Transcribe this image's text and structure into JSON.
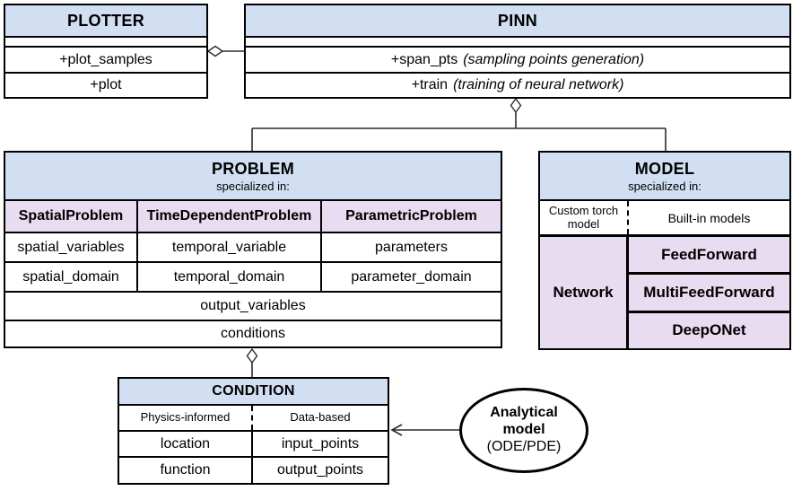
{
  "colors": {
    "header_blue": "#d2dff2",
    "cell_purple": "#e8dcf0",
    "line_black": "#000000",
    "background": "#ffffff"
  },
  "plotter": {
    "title": "PLOTTER",
    "methods": [
      "+plot_samples",
      "+plot"
    ]
  },
  "pinn": {
    "title": "PINN",
    "methods": [
      {
        "name": "+span_pts",
        "note": "(sampling points generation)"
      },
      {
        "name": "+train",
        "note": "(training of neural network)"
      }
    ]
  },
  "problem": {
    "title": "PROBLEM",
    "subtitle": "specialized in:",
    "columns": [
      {
        "name": "SpatialProblem",
        "attrs": [
          "spatial_variables",
          "spatial_domain"
        ]
      },
      {
        "name": "TimeDependentProblem",
        "attrs": [
          "temporal_variable",
          "temporal_domain"
        ]
      },
      {
        "name": "ParametricProblem",
        "attrs": [
          "parameters",
          "parameter_domain"
        ]
      }
    ],
    "shared": [
      "output_variables",
      "conditions"
    ]
  },
  "model": {
    "title": "MODEL",
    "subtitle": "specialized in:",
    "left_header": "Custom torch model",
    "right_header": "Built-in models",
    "left_cell": "Network",
    "right_cells": [
      "FeedForward",
      "MultiFeedForward",
      "DeepONet"
    ]
  },
  "condition": {
    "title": "CONDITION",
    "left_header": "Physics-informed",
    "right_header": "Data-based",
    "left_cells": [
      "location",
      "function"
    ],
    "right_cells": [
      "input_points",
      "output_points"
    ]
  },
  "analytical": {
    "line1": "Analytical",
    "line2": "model",
    "line3": "(ODE/PDE)"
  }
}
